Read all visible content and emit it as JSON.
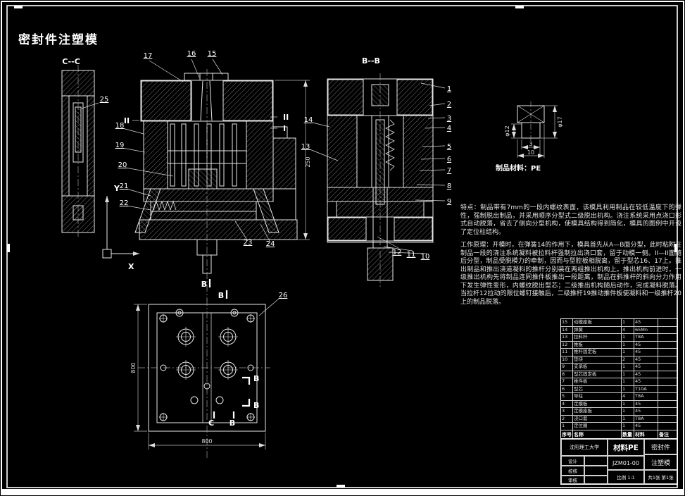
{
  "title": "密封件注塑模",
  "section_labels": {
    "cc": "C--C",
    "bb": "B--B",
    "ii": "II",
    "i": "I",
    "b": "B",
    "c": "C"
  },
  "axis": {
    "x": "X",
    "y": "Y"
  },
  "callouts": {
    "main_top": [
      "17",
      "16",
      "15"
    ],
    "main_left": [
      "18",
      "19",
      "20",
      "21",
      "22"
    ],
    "main_bottom": [
      "23",
      "24"
    ],
    "cc_view": [
      "25"
    ],
    "plan_view": [
      "26"
    ],
    "bb_right": [
      "1",
      "2",
      "3",
      "4",
      "5",
      "6",
      "7",
      "8",
      "9"
    ],
    "bb_bottom": [
      "12",
      "11",
      "10"
    ],
    "bb_left": [
      "14",
      "13"
    ]
  },
  "dims": {
    "main_height": "250",
    "plan_width": "800",
    "plan_height": "800",
    "detail_left": "φ12",
    "detail_right": "φ17",
    "detail_len1": "3",
    "detail_len2": "10"
  },
  "detail_material": "制品材料：PE",
  "notes": {
    "p1": "特点：制品带有7mm的一段内螺纹表面，该模具利用制品在较低温度下的弹性，强制脱出制品，并采用顺序分型式二级脱出机构。浇注系统采用点浇口形式自动脱落，省去了侧向分型机构，使模具结构得到简化，模具的图例中开设了定位柱结构。",
    "p2": "工作原理：开模时，在弹簧14的作用下，模具首先从A—B面分型，此时粘附在制品一段的浇注系统凝料被拉料杆强制拉出浇口套，留于动模一侧。II—II面随后分型，制品受脱模力的牵制，因而与型腔板相脱离，留于型芯16、17上。推出制品和推出浇道凝料的推杆分别装在两组推出机构上。推出机构前进时，一级推出机构先将制品连同推件板推出一段距离，制品在斜推杆的斜向分力作用下发生弹性变形，内螺纹脱出型芯；二级推出机构随后动作，完成凝料脱落。当拉杆12拉动的限位螺钉接触后，二级推杆19推动推件板使凝料和一级推杆20上的制品脱落。"
  },
  "parts_table": {
    "headers": [
      "序号",
      "名称",
      "数量",
      "材料",
      "备注"
    ],
    "rows": [
      [
        "15",
        "动模座板",
        "1",
        "45",
        ""
      ],
      [
        "14",
        "弹簧",
        "4",
        "65Mn",
        ""
      ],
      [
        "13",
        "拉料杆",
        "1",
        "T8A",
        ""
      ],
      [
        "12",
        "推板",
        "1",
        "45",
        ""
      ],
      [
        "11",
        "推杆固定板",
        "1",
        "45",
        ""
      ],
      [
        "10",
        "垫块",
        "2",
        "45",
        ""
      ],
      [
        "9",
        "支承板",
        "1",
        "45",
        ""
      ],
      [
        "8",
        "型芯固定板",
        "1",
        "45",
        ""
      ],
      [
        "7",
        "推件板",
        "1",
        "45",
        ""
      ],
      [
        "6",
        "型芯",
        "1",
        "T10A",
        ""
      ],
      [
        "5",
        "导柱",
        "4",
        "T8A",
        ""
      ],
      [
        "4",
        "定模板",
        "1",
        "45",
        ""
      ],
      [
        "3",
        "定模座板",
        "1",
        "45",
        ""
      ],
      [
        "2",
        "浇口套",
        "1",
        "T8A",
        ""
      ],
      [
        "1",
        "定位圈",
        "1",
        "45",
        ""
      ]
    ]
  },
  "titleblock": {
    "school": "沈阳理工大学",
    "material": "材料PE",
    "name1": "密封件",
    "name2": "注塑模",
    "drawing_no": "JZM01-00",
    "scale": "比例 1:1",
    "sheet": "共1张 第1张",
    "sign_rows": [
      "设计",
      "校核",
      "审核"
    ]
  }
}
